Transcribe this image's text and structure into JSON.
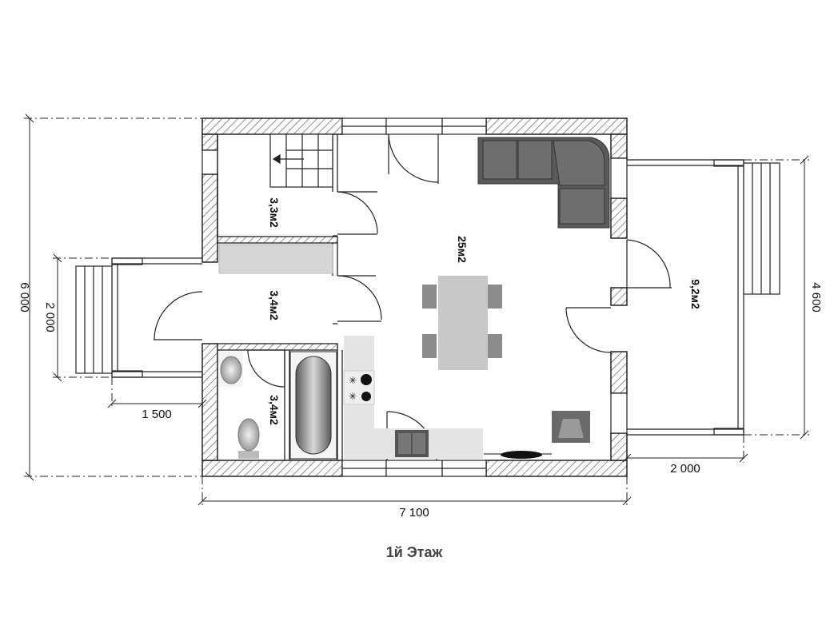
{
  "floor_title": "1й Этаж",
  "dimensions": {
    "overall_width": "7 100",
    "overall_depth": "6 000",
    "left_porch_width": "2 000",
    "left_porch_depth": "1 500",
    "right_terrace_depth": "4 600",
    "right_terrace_width": "2 000"
  },
  "rooms": {
    "stair_hall": "3,3м2",
    "bedroom": "3,4м2",
    "bathroom": "3,4м2",
    "living_kitchen": "25м2",
    "terrace": "9,2м2"
  },
  "fixtures": {
    "sofa": "corner-sofa",
    "dining": "dining-table",
    "stove": "cooktop",
    "sink": "kitchen-sink",
    "fireplace": "fireplace",
    "bathtub": "bathtub",
    "toilet": "toilet",
    "washbasin": "washbasin"
  },
  "colors": {
    "wall_line": "#222222",
    "hatch": "#555555",
    "furniture": "#5a5a5a",
    "table": "#c8c8c8",
    "counter": "#e4e4e4"
  }
}
